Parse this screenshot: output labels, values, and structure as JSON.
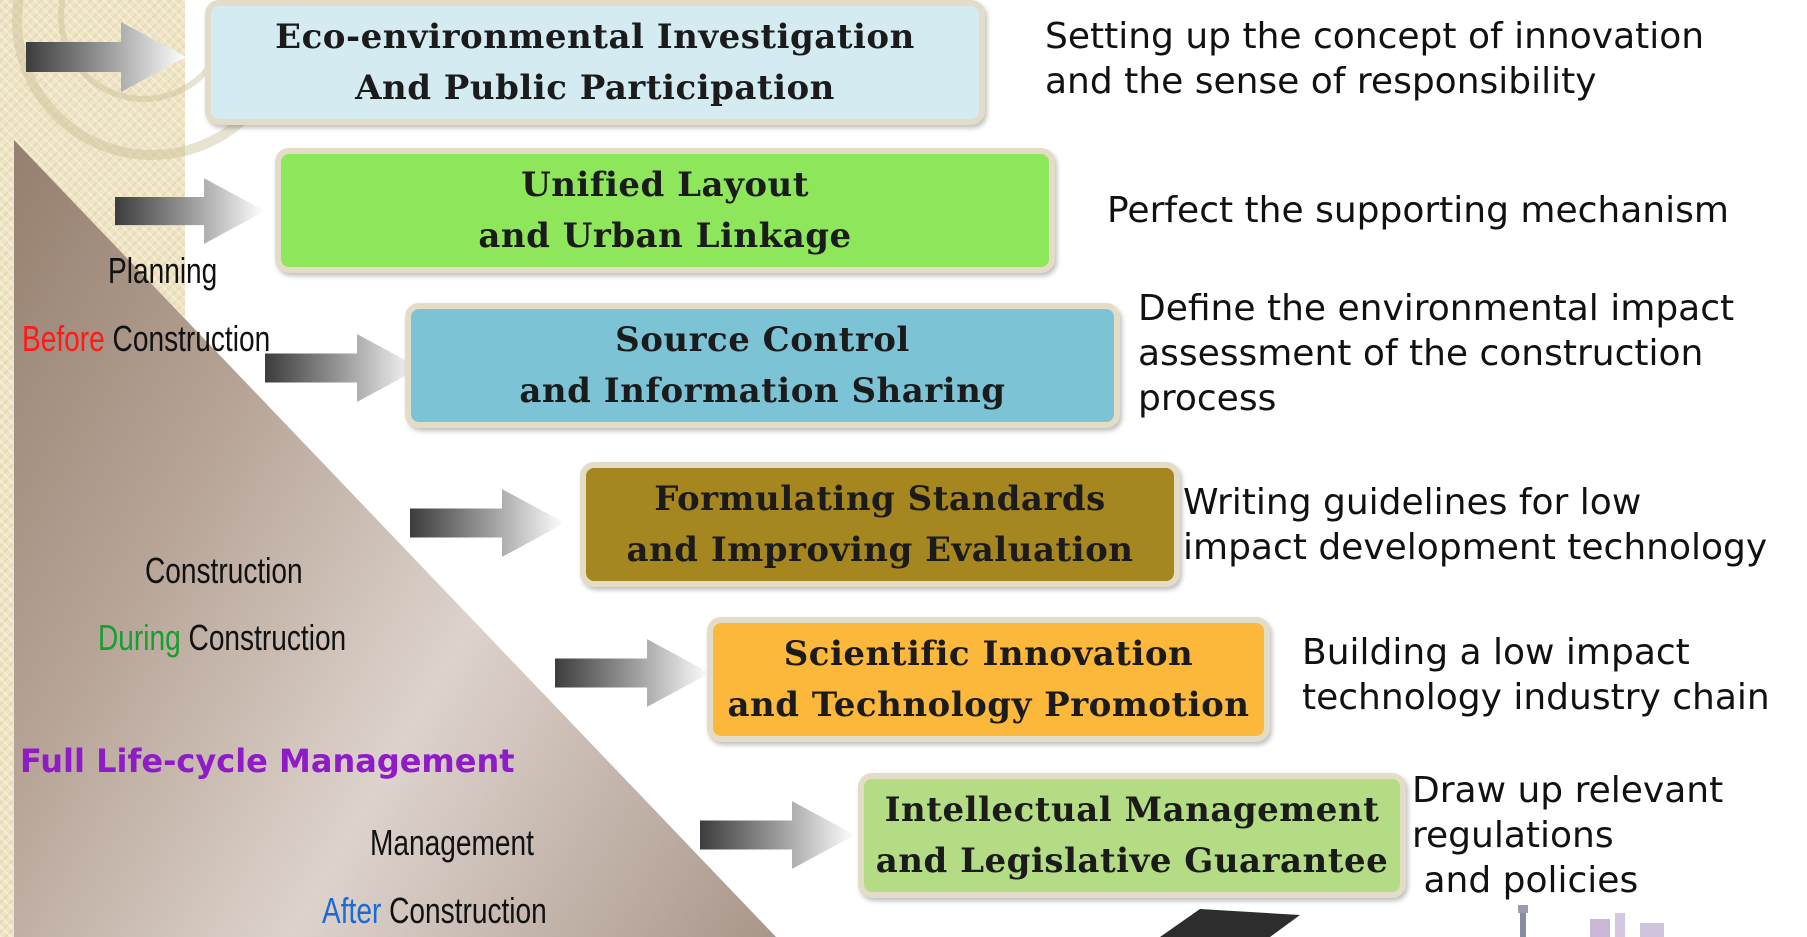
{
  "colors": {
    "before": "#ff1a1a",
    "during": "#12a12e",
    "after": "#1a6bd6",
    "full_lifecycle": "#8e1bc7"
  },
  "stages": {
    "planning": {
      "word": "Planning",
      "prefix": "Before",
      "suffix": "Construction"
    },
    "construction": {
      "word": "Construction",
      "prefix": "During",
      "suffix": "Construction"
    },
    "management": {
      "word": "Management",
      "prefix": "After",
      "suffix": "Construction"
    },
    "full_lifecycle": "Full Life-cycle Management"
  },
  "steps": [
    {
      "line1": "Eco-environmental Investigation",
      "line2": "And Public Participation",
      "fill": "#d4ebf2",
      "desc": "Setting up the concept of innovation\nand the sense of responsibility"
    },
    {
      "line1": "Unified Layout",
      "line2": "and Urban Linkage",
      "fill": "#8ee65a",
      "desc": "Perfect the supporting mechanism"
    },
    {
      "line1": "Source Control",
      "line2": "and Information Sharing",
      "fill": "#7cc3d6",
      "desc": "Define the environmental impact\nassessment of the construction\nprocess"
    },
    {
      "line1": "Formulating Standards",
      "line2": "and Improving Evaluation",
      "fill": "#a6861e",
      "desc": "Writing guidelines for low\nimpact development technology"
    },
    {
      "line1": "Scientific Innovation",
      "line2": "and Technology Promotion",
      "fill": "#fbb83a",
      "desc": "Building a low impact\ntechnology industry chain"
    },
    {
      "line1": "Intellectual Management",
      "line2": "and Legislative Guarantee",
      "fill": "#b4dc84",
      "desc": "Draw up relevant\nregulations\n and policies"
    }
  ]
}
